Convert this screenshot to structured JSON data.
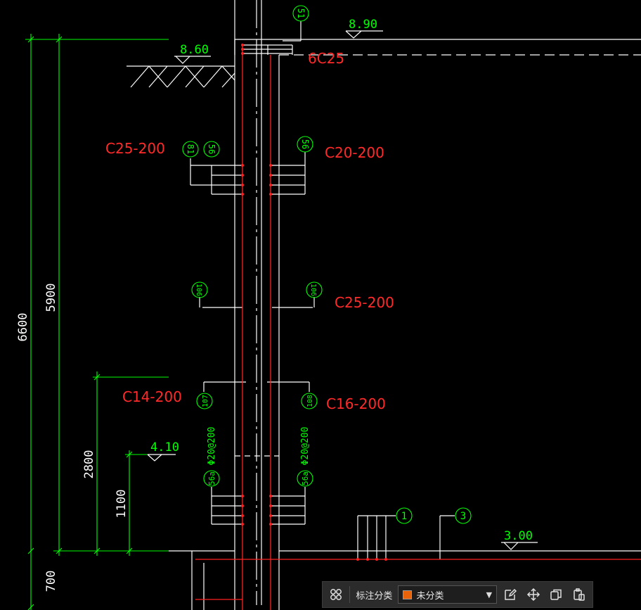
{
  "drawing": {
    "elevations": {
      "top_right": "8.90",
      "ground_left": "8.60",
      "mid_left": "4.10",
      "bottom_right": "3.00"
    },
    "dimensions": {
      "total": "6600",
      "upper": "5900",
      "lower": "700",
      "mid": "2800",
      "low": "1100"
    },
    "rebar_labels": {
      "top": "6C25",
      "left_upper": "C25-200",
      "right_upper": "C20-200",
      "right_middle": "C25-200",
      "left_lower": "C14-200",
      "right_lower": "C16-200"
    },
    "bubbles": {
      "b51": "51",
      "b81": "81",
      "b56_left": "56",
      "b56_right": "56",
      "b106_left": "106",
      "b106_right": "106",
      "b107": "107",
      "b108": "108",
      "b56a_left": "56a",
      "b56a_right": "56a",
      "b1": "1",
      "b3": "3"
    },
    "vertical_notes": {
      "left": "Φ20@200",
      "right": "Φ20@200"
    },
    "colors": {
      "dimension": "#00ff00",
      "wall": "#ff2020",
      "lines": "#ffffff",
      "background": "#000000"
    }
  },
  "toolbar": {
    "label": "标注分类",
    "category_value": "未分类",
    "category_color": "#e8620a",
    "icons": [
      "grid-icon",
      "edit-icon",
      "move-icon",
      "copy-icon",
      "paste-icon"
    ]
  }
}
